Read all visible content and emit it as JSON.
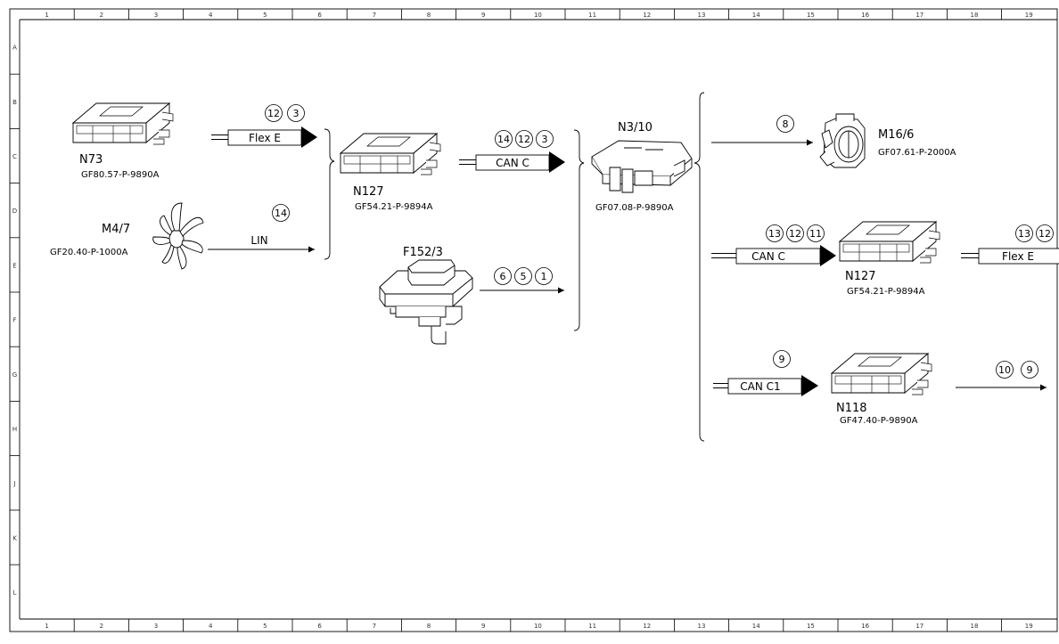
{
  "frame": {
    "columns": [
      "1",
      "2",
      "3",
      "4",
      "5",
      "6",
      "7",
      "8",
      "9",
      "10",
      "11",
      "12",
      "13",
      "14",
      "15",
      "16",
      "17",
      "18",
      "19"
    ],
    "rows": [
      "A",
      "B",
      "C",
      "D",
      "E",
      "F",
      "G",
      "H",
      "J",
      "K",
      "L"
    ]
  },
  "components": {
    "n73": {
      "title": "N73",
      "code": "GF80.57-P-9890A",
      "icon": "control-unit-icon"
    },
    "m47": {
      "title": "M4/7",
      "code": "GF20.40-P-1000A",
      "icon": "fan-motor-icon"
    },
    "n127a": {
      "title": "N127",
      "code": "GF54.21-P-9894A",
      "icon": "control-unit-icon"
    },
    "f1523": {
      "title": "F152/3",
      "icon": "fuse-relay-module-icon"
    },
    "n310": {
      "title": "N3/10",
      "code": "GF07.08-P-9890A",
      "icon": "engine-control-unit-icon"
    },
    "m166": {
      "title": "M16/6",
      "code": "GF07.61-P-2000A",
      "icon": "throttle-actuator-icon"
    },
    "n127b": {
      "title": "N127",
      "code": "GF54.21-P-9894A",
      "icon": "control-unit-icon"
    },
    "n118": {
      "title": "N118",
      "code": "GF47.40-P-9890A",
      "icon": "control-unit-icon"
    }
  },
  "buses": {
    "flex_e_1": "Flex E",
    "lin": "LIN",
    "can_c_1": "CAN C",
    "can_c_2": "CAN C",
    "flex_e_2": "Flex E",
    "can_c1": "CAN C1"
  },
  "steps": {
    "flex_e_1": [
      "12",
      "3"
    ],
    "lin": [
      "14"
    ],
    "can_c_1": [
      "14",
      "12",
      "3"
    ],
    "f152_out": [
      "6",
      "5",
      "1"
    ],
    "m166_in": [
      "8"
    ],
    "can_c_2": [
      "13",
      "12",
      "11"
    ],
    "flex_e_2": [
      "13",
      "12"
    ],
    "can_c1": [
      "9"
    ],
    "n118_out": [
      "10",
      "9"
    ]
  }
}
